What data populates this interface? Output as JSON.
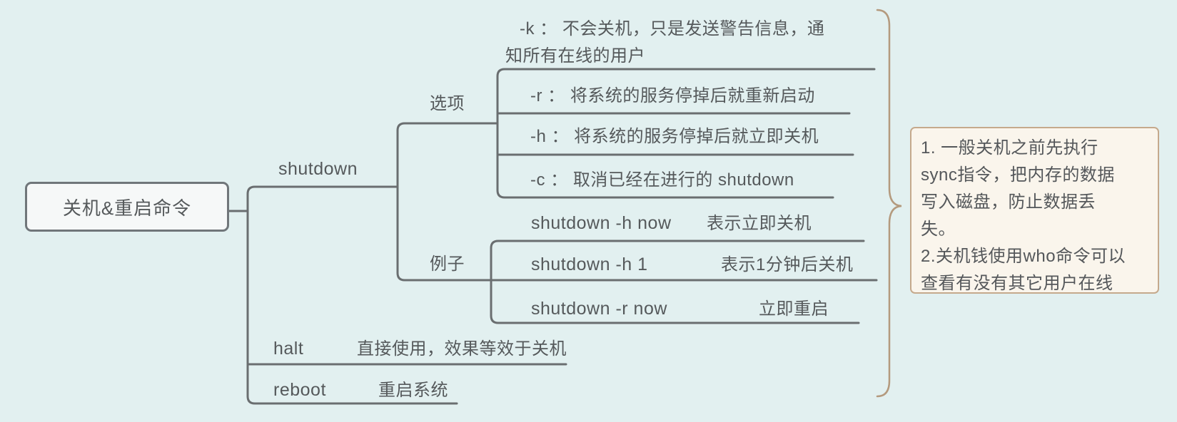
{
  "colors": {
    "background": "#e2f0f0",
    "line": "#6a6e70",
    "text": "#55595b",
    "root_fill": "#f6f8f8",
    "root_border": "#70767a",
    "note_fill": "#faf5ec",
    "note_border": "#c5a98c",
    "brace": "#b49a7e"
  },
  "root": {
    "label": "关机&重启命令"
  },
  "tree": {
    "shutdown": {
      "label": "shutdown",
      "options": {
        "label": "选项",
        "items": [
          {
            "label": "-k ： 不会关机，只是发送警告信息，通\n知所有在线的用户"
          },
          {
            "label": "-r ： 将系统的服务停掉后就重新启动"
          },
          {
            "label": "-h ： 将系统的服务停掉后就立即关机"
          },
          {
            "label": "-c ： 取消已经在进行的 shutdown"
          }
        ]
      },
      "examples": {
        "label": "例子",
        "items": [
          {
            "command": "shutdown -h now",
            "desc": "表示立即关机"
          },
          {
            "command": "shutdown -h 1",
            "desc": "表示1分钟后关机"
          },
          {
            "command": "shutdown -r now",
            "desc": "立即重启"
          }
        ]
      }
    },
    "halt": {
      "label": "halt",
      "desc": "直接使用，效果等效于关机"
    },
    "reboot": {
      "label": "reboot",
      "desc": "重启系统"
    }
  },
  "note": {
    "text": "1. 一般关机之前先执行\nsync指令，把内存的数据\n写入磁盘，防止数据丢\n失。\n2.关机钱使用who命令可以\n查看有没有其它用户在线"
  }
}
